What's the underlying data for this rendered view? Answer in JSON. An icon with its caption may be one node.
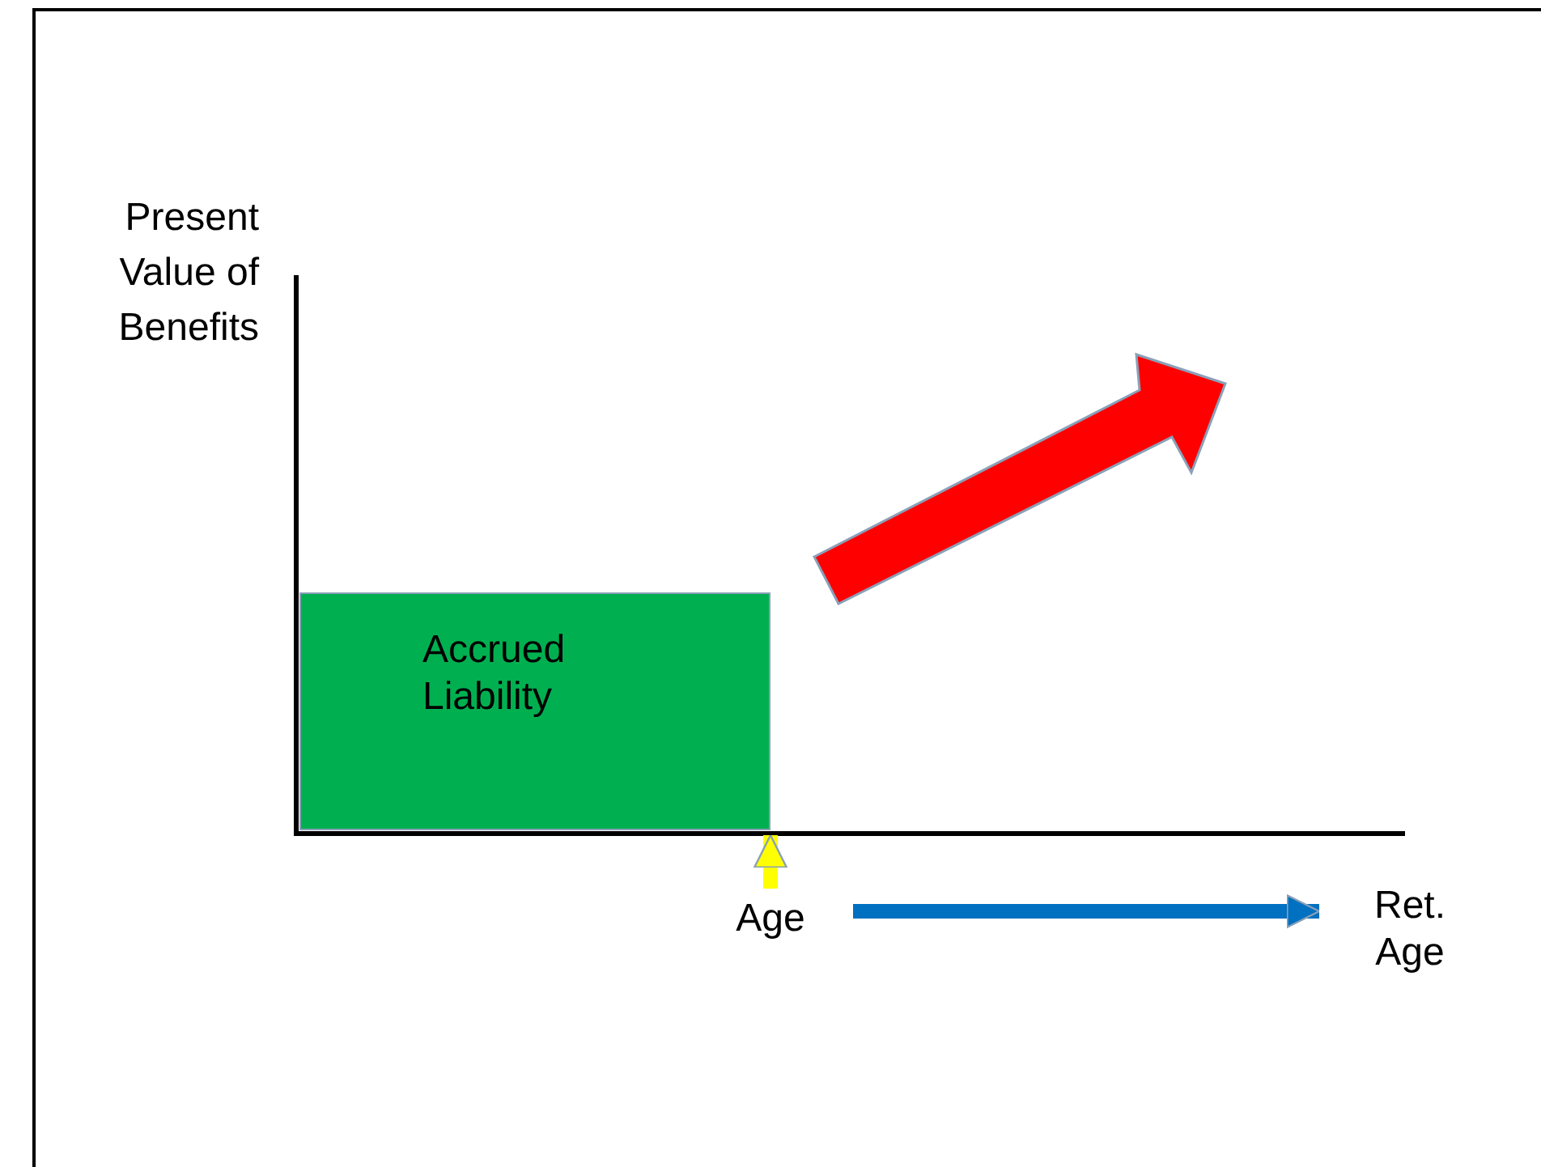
{
  "diagram": {
    "nodes": [
      {
        "text": [
          "Accrued Liability"
        ]
      },
      {
        "text": [
          "Age"
        ]
      },
      {
        "text": [
          "Ret. Age"
        ]
      }
    ],
    "edges": [
      {
        "from": 1,
        "to": 0,
        "arrow": "to",
        "color": "#ffff00"
      },
      {
        "from": 1,
        "to": 2,
        "arrow": "to",
        "color": "#0070c0"
      }
    ],
    "labels": [
      "Present Value of Benefits"
    ]
  }
}
